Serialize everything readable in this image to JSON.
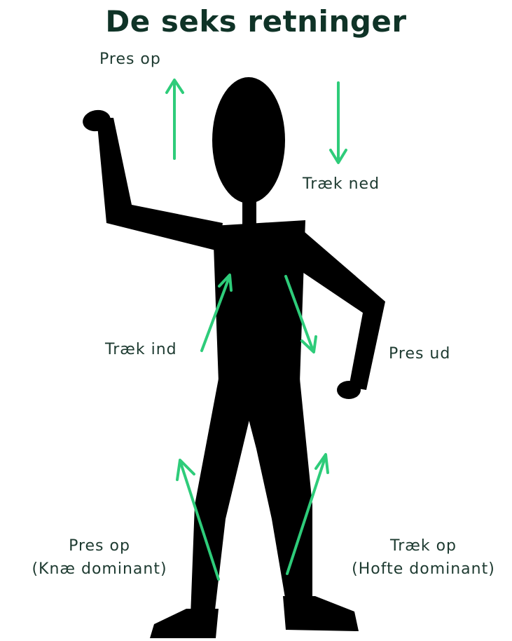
{
  "title": "De seks retninger",
  "labels": {
    "press_up": "Pres op",
    "pull_down": "Træk ned",
    "pull_in": "Træk ind",
    "press_out": "Pres ud",
    "press_up_knee_line1": "Pres op",
    "press_up_knee_line2": "(Knæ dominant)",
    "pull_up_hip_line1": "Træk op",
    "pull_up_hip_line2": "(Hofte dominant)"
  },
  "colors": {
    "arrow": "#2ecc7a",
    "figure": "#000000",
    "title": "#0f3327",
    "label": "#1d3a30"
  }
}
